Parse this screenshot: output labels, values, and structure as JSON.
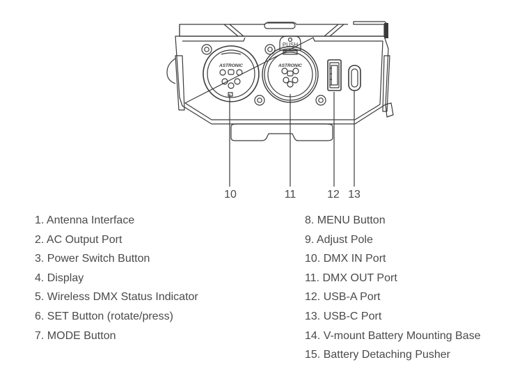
{
  "diagram": {
    "subject": "Wireless DMX transmitter unit - rear/bottom view with ports",
    "connector_brand_text": "ASTRONIC",
    "push_latch_label": "PUSH",
    "callouts": [
      {
        "number": "10",
        "target": "DMX IN Port"
      },
      {
        "number": "11",
        "target": "DMX OUT Port"
      },
      {
        "number": "12",
        "target": "USB-A Port"
      },
      {
        "number": "13",
        "target": "USB-C Port"
      }
    ],
    "colors": {
      "line": "#3a3a3a",
      "text": "#4a4a4a",
      "background": "#ffffff"
    }
  },
  "legend": {
    "left": [
      "1. Antenna Interface",
      "2. AC Output Port",
      "3. Power Switch Button",
      "4. Display",
      "5. Wireless DMX Status Indicator",
      "6. SET Button (rotate/press)",
      "7. MODE Button"
    ],
    "right": [
      "8. MENU Button",
      "9. Adjust Pole",
      "10. DMX IN Port",
      "11. DMX OUT Port",
      "12. USB-A Port",
      "13. USB-C Port",
      "14. V-mount Battery Mounting Base",
      "15. Battery Detaching Pusher"
    ]
  }
}
